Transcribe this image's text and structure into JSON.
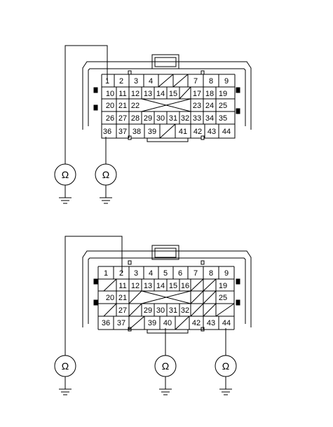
{
  "symbols": {
    "ohm": "Ω"
  },
  "connector_top": {
    "rows": [
      [
        "1",
        "2",
        "3",
        "4",
        "",
        "",
        "7",
        "8",
        "9"
      ],
      [
        "10",
        "11",
        "12",
        "13",
        "14",
        "15",
        "",
        "17",
        "18",
        "19"
      ],
      [
        "20",
        "21",
        "22",
        "",
        "",
        "",
        "",
        "23",
        "24",
        "25"
      ],
      [
        "26",
        "27",
        "28",
        "29",
        "30",
        "31",
        "32",
        "33",
        "34",
        "35"
      ],
      [
        "36",
        "37",
        "38",
        "39",
        "",
        "41",
        "42",
        "43",
        "44"
      ]
    ],
    "probe_pins": [
      "1",
      "36"
    ]
  },
  "connector_bottom": {
    "rows": [
      [
        "1",
        "2",
        "3",
        "4",
        "5",
        "6",
        "7",
        "8",
        "9"
      ],
      [
        "",
        "11",
        "12",
        "13",
        "14",
        "15",
        "16",
        "",
        "",
        "19"
      ],
      [
        "20",
        "21",
        "",
        "",
        "",
        "",
        "",
        "",
        "25"
      ],
      [
        "",
        "27",
        "",
        "29",
        "30",
        "31",
        "32",
        "",
        "",
        ""
      ],
      [
        "36",
        "37",
        "",
        "39",
        "40",
        "",
        "42",
        "43",
        "44"
      ]
    ],
    "probe_pins": [
      "2",
      "40",
      "44"
    ]
  }
}
